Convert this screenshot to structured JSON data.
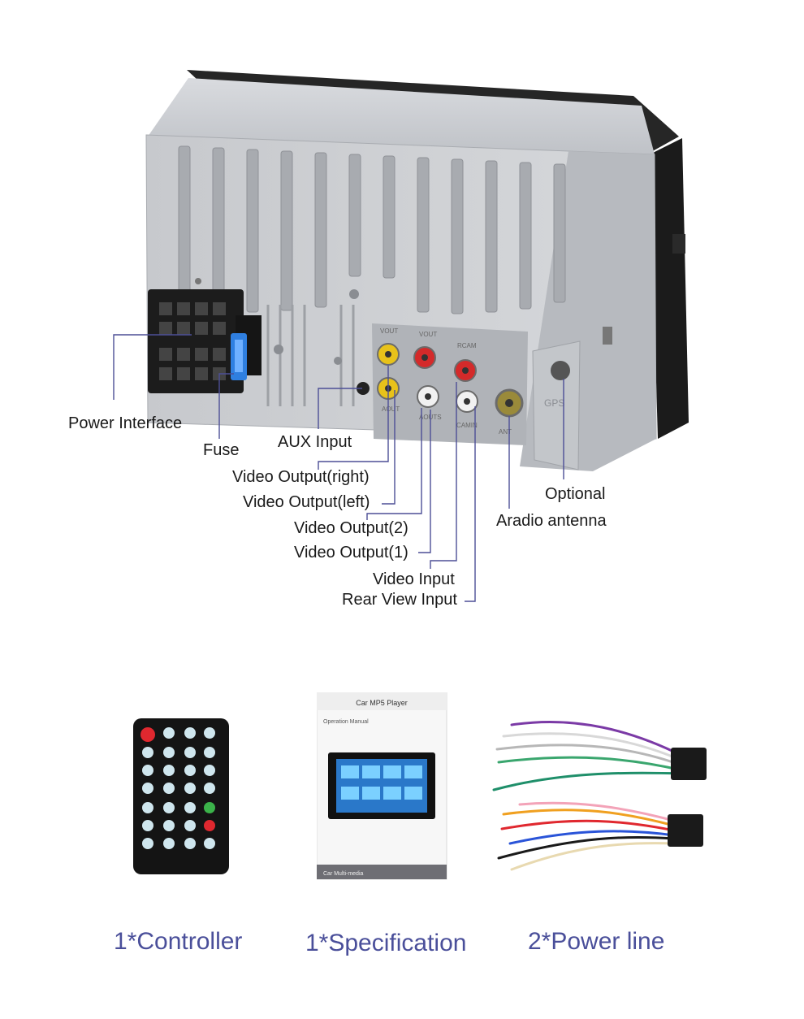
{
  "labels": {
    "power_interface": "Power Interface",
    "fuse": "Fuse",
    "aux_input": "AUX Input",
    "video_output_right": "Video Output(right)",
    "video_output_left": "Video Output(left)",
    "video_output_2": "Video Output(2)",
    "video_output_1": "Video Output(1)",
    "video_input": "Video Input",
    "rear_view_input": "Rear View Input",
    "optional": "Optional",
    "radio_antenna": "Aradio antenna"
  },
  "unit_markings": {
    "vout_1": "VOUT",
    "vout_2": "VOUT",
    "rcam": "RCAM",
    "aout_1": "AOUT",
    "aout_2": "AOUTS",
    "cam": "CAMIN",
    "ant": "ANT",
    "gps": "GPS"
  },
  "accessories": {
    "manual_title": "Car MP5 Player",
    "manual_subtitle": "Operation Manual",
    "manual_footer": "Car Multi-media"
  },
  "captions": {
    "controller": "1*Controller",
    "specification": "1*Specification",
    "power_line": "2*Power line"
  },
  "colors": {
    "leader_line": "#4d4f96",
    "caption": "#4a4f9a",
    "chassis": "#c9cbcf",
    "rca_yellow": "#e8c21a",
    "rca_red": "#d42a2a",
    "fuse_blue": "#2f7fe0"
  }
}
